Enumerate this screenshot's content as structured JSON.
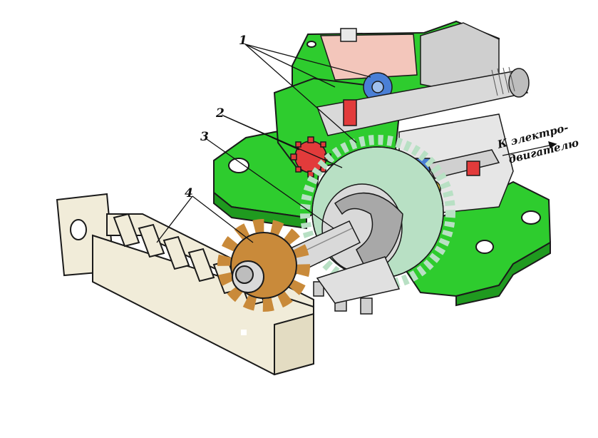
{
  "labels": {
    "l1": "1",
    "l2": "2",
    "l3": "3",
    "l4": "4"
  },
  "caption": {
    "line1": "К электро-",
    "line2": "двигателю"
  },
  "colors": {
    "housing": "#2ecc2e",
    "housing_dark": "#1f9a1f",
    "steel": "#d9d9d9",
    "steel_dark": "#7a7a7a",
    "gear_red": "#e23b3b",
    "gear_green_light": "#b8e0c4",
    "gear_orange": "#c98a3a",
    "gear_blue": "#4a7fd6",
    "gear_yellow": "#f2d23a",
    "inner_pink": "#f3c6bb",
    "rack": "#f1ecd9",
    "outline": "#1a1a1a"
  }
}
